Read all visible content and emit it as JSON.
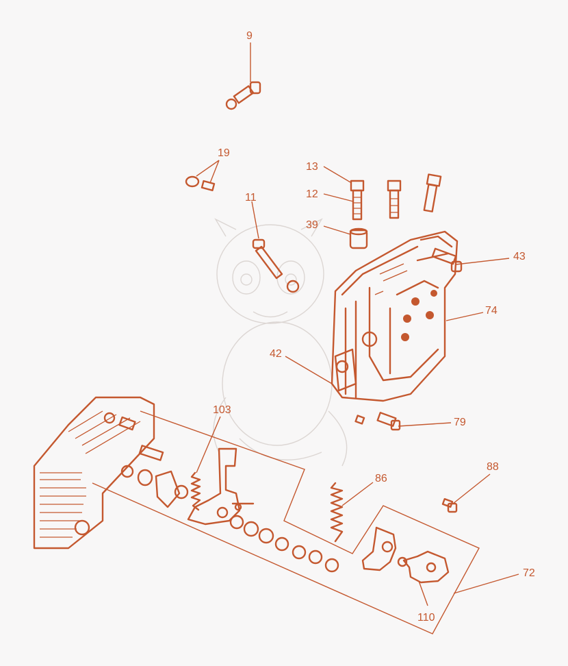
{
  "accent_color": "#c4582f",
  "background_color": "#f8f7f7",
  "callouts": [
    {
      "id": "9",
      "label": "9"
    },
    {
      "id": "19",
      "label": "19"
    },
    {
      "id": "13",
      "label": "13"
    },
    {
      "id": "12",
      "label": "12"
    },
    {
      "id": "11",
      "label": "11"
    },
    {
      "id": "39",
      "label": "39"
    },
    {
      "id": "43",
      "label": "43"
    },
    {
      "id": "74",
      "label": "74"
    },
    {
      "id": "42",
      "label": "42"
    },
    {
      "id": "79",
      "label": "79"
    },
    {
      "id": "103",
      "label": "103"
    },
    {
      "id": "86",
      "label": "86"
    },
    {
      "id": "88",
      "label": "88"
    },
    {
      "id": "72",
      "label": "72"
    },
    {
      "id": "110",
      "label": "110"
    }
  ]
}
